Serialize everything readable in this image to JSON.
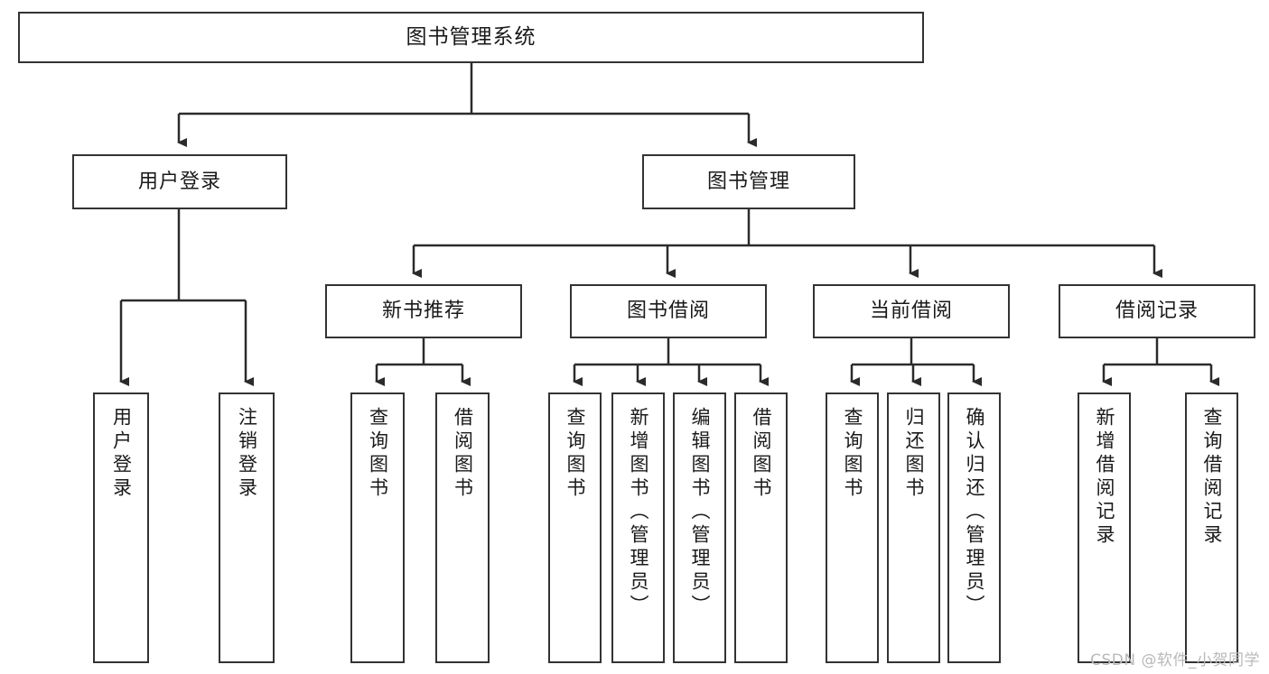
{
  "diagram": {
    "title": "图书管理系统",
    "type": "tree",
    "watermark": "CSDN @软件_小贺同学",
    "colors": {
      "stroke": "#333333",
      "fill": "#ffffff",
      "text": "#1a1a1a",
      "watermark": "#b9b9b9"
    },
    "nodes": {
      "root": {
        "label": "图书管理系统",
        "level": 0,
        "orientation": "horizontal"
      },
      "l1": [
        {
          "id": "user-login",
          "label": "用户登录",
          "level": 1,
          "orientation": "horizontal"
        },
        {
          "id": "book-manage",
          "label": "图书管理",
          "level": 1,
          "orientation": "horizontal"
        }
      ],
      "l2": [
        {
          "id": "new-book-recommend",
          "label": "新书推荐",
          "level": 2,
          "orientation": "horizontal",
          "parent": "book-manage"
        },
        {
          "id": "book-borrow",
          "label": "图书借阅",
          "level": 2,
          "orientation": "horizontal",
          "parent": "book-manage"
        },
        {
          "id": "current-borrow",
          "label": "当前借阅",
          "level": 2,
          "orientation": "horizontal",
          "parent": "book-manage"
        },
        {
          "id": "borrow-record",
          "label": "借阅记录",
          "level": 2,
          "orientation": "horizontal",
          "parent": "book-manage"
        }
      ],
      "leaves": [
        {
          "id": "leaf-user-login",
          "label": "用户登录",
          "parent": "user-login",
          "orientation": "vertical"
        },
        {
          "id": "leaf-logout-login",
          "label": "注销登录",
          "parent": "user-login",
          "orientation": "vertical"
        },
        {
          "id": "leaf-query-book-1",
          "label": "查询图书",
          "parent": "new-book-recommend",
          "orientation": "vertical"
        },
        {
          "id": "leaf-borrow-book-1",
          "label": "借阅图书",
          "parent": "new-book-recommend",
          "orientation": "vertical"
        },
        {
          "id": "leaf-query-book-2",
          "label": "查询图书",
          "parent": "book-borrow",
          "orientation": "vertical"
        },
        {
          "id": "leaf-add-book-admin",
          "label": "新增图书（管理员）",
          "parent": "book-borrow",
          "orientation": "vertical"
        },
        {
          "id": "leaf-edit-book-admin",
          "label": "编辑图书（管理员）",
          "parent": "book-borrow",
          "orientation": "vertical"
        },
        {
          "id": "leaf-borrow-book-2",
          "label": "借阅图书",
          "parent": "book-borrow",
          "orientation": "vertical"
        },
        {
          "id": "leaf-query-book-3",
          "label": "查询图书",
          "parent": "current-borrow",
          "orientation": "vertical"
        },
        {
          "id": "leaf-return-book",
          "label": "归还图书",
          "parent": "current-borrow",
          "orientation": "vertical"
        },
        {
          "id": "leaf-confirm-return-admin",
          "label": "确认归还（管理员）",
          "parent": "current-borrow",
          "orientation": "vertical"
        },
        {
          "id": "leaf-add-borrow-record",
          "label": "新增借阅记录",
          "parent": "borrow-record",
          "orientation": "vertical"
        },
        {
          "id": "leaf-query-borrow-record",
          "label": "查询借阅记录",
          "parent": "borrow-record",
          "orientation": "vertical"
        }
      ]
    }
  }
}
